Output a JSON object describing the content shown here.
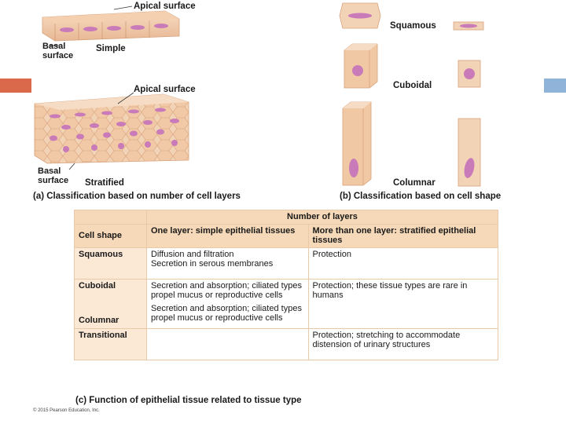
{
  "layers_panel": {
    "apical_top": "Apical surface",
    "basal_top": "Basal surface",
    "simple": "Simple",
    "apical_bottom": "Apical surface",
    "basal_bottom": "Basal surface",
    "stratified": "Stratified",
    "caption": "(a) Classification based on number of cell layers"
  },
  "shape_panel": {
    "squamous": "Squamous",
    "cuboidal": "Cuboidal",
    "columnar": "Columnar",
    "caption": "(b) Classification based on cell shape"
  },
  "table": {
    "header_top": "Number of layers",
    "col_shape": "Cell shape",
    "col_simple": "One layer: simple epithelial tissues",
    "col_strat": "More than one layer: stratified epithelial tissues",
    "rows": [
      {
        "shape": "Squamous",
        "simple": "Diffusion and filtration\nSecretion in serous membranes",
        "strat": "Protection"
      },
      {
        "shape": "Cuboidal",
        "simple": "Secretion and absorption; ciliated types propel mucus or reproductive cells",
        "strat": "Protection; these tissue types are rare in humans"
      },
      {
        "shape": "Columnar",
        "simple": "Secretion and absorption; ciliated types propel mucus or reproductive cells",
        "strat": ""
      },
      {
        "shape": "Transitional",
        "simple": "",
        "strat": "Protection; stretching to accommodate distension of urinary structures"
      }
    ],
    "caption": "(c) Function of epithelial tissue related to tissue type"
  },
  "copyright": "© 2015 Pearson Education, Inc.",
  "colors": {
    "cell_fill": "#f3d3b6",
    "nucleus": "#c97ab8",
    "header_fill": "#f6d9b8",
    "row_fill": "#fbe9d6",
    "accent_left": "#d9694a",
    "accent_right": "#8fb3d9"
  }
}
